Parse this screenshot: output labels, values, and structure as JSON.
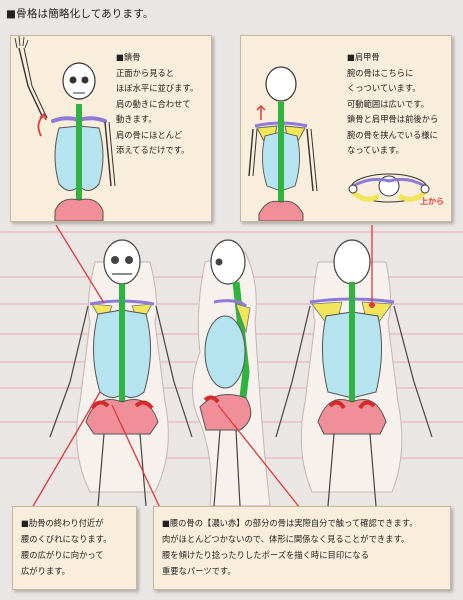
{
  "header_note": "■骨格は簡略化してあります。",
  "panel_clavicle": {
    "heading": "■鎖骨",
    "lines": [
      "正面から見ると",
      "ほぼ水平に並びます。",
      "肩の動きに合わせて",
      "動きます。",
      "肩の骨にほとんど",
      "添えてるだけです。"
    ]
  },
  "panel_scapula": {
    "heading": "■肩甲骨",
    "lines": [
      "腕の骨はこちらに",
      "くっついています。",
      "可動範囲は広いです。",
      "鎖骨と肩甲骨は前後から",
      "腕の骨を挟んでいる様に",
      "なっています。"
    ],
    "from_above_label": "上から"
  },
  "caption_rib": {
    "lines": [
      "■肋骨の終わり付近が",
      "腰のくびれになります。",
      "腰の広がりに向かって",
      "広がります。"
    ]
  },
  "caption_pelvis": {
    "lines": [
      "■腰の骨の【濃い赤】の部分の骨は実際自分で触って確認できます。",
      "肉がほとんどつかないので、体形に関係なく見ることができます。",
      "腰を傾けたり捻ったりしたポーズを描く時に目印になる",
      "重要なパーツです。"
    ]
  },
  "colors": {
    "panel_bg": "#f8eedb",
    "page_bg": "#e9e6e3",
    "ribcage": "#b6e3f0",
    "spine": "#2fb43f",
    "scapula": "#f1e65a",
    "clavicle": "#8e7ad6",
    "pelvis": "#f08f98",
    "pelvis_dark": "#d42a2a",
    "pointer": "#e23a3a"
  },
  "icons": [
    "curved-arrow-icon",
    "up-arrow-icon"
  ]
}
